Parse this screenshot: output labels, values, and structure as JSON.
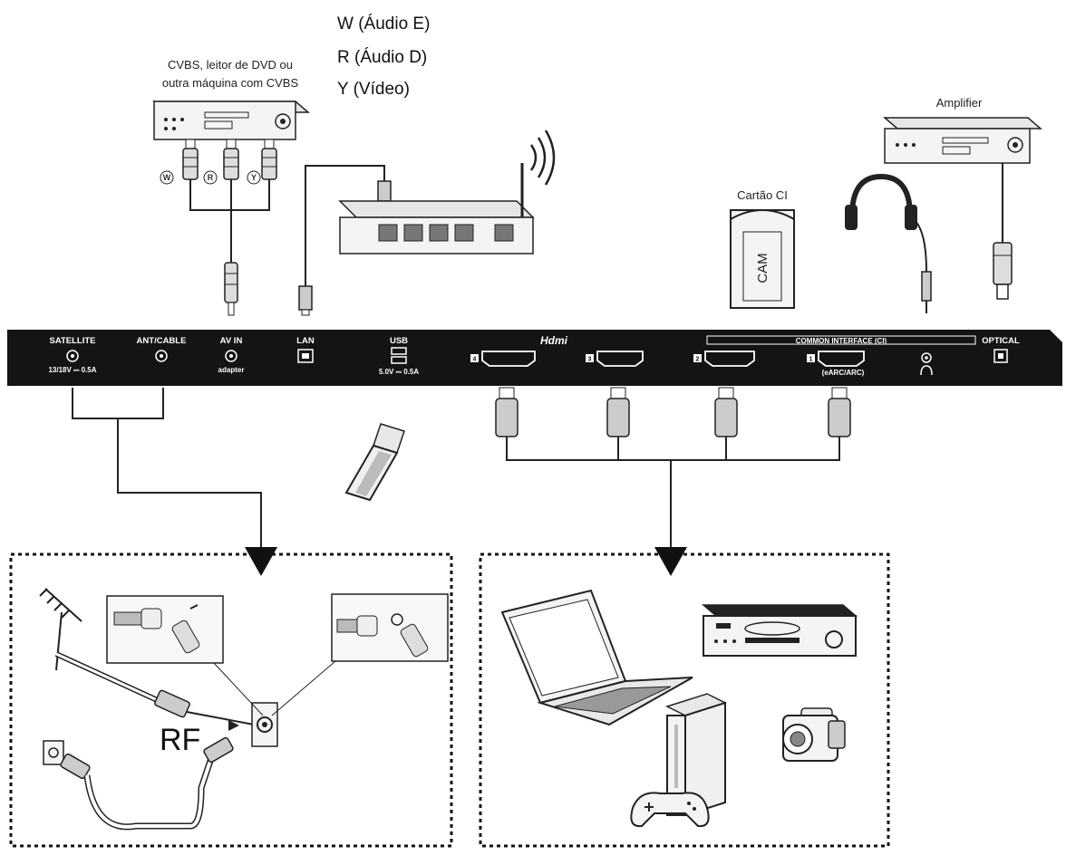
{
  "devices": {
    "cvbs_source": {
      "line1": "CVBS, leitor de DVD ou",
      "line2": "outra máquina com CVBS"
    },
    "amplifier": "Amplifier",
    "ci_card": "Cartão CI",
    "cam": "CAM"
  },
  "rca_legend": [
    "W (Áudio E)",
    "R (Áudio D)",
    "Y (Vídeo)"
  ],
  "rca_plugs": [
    "W",
    "R",
    "Y"
  ],
  "panel": {
    "satellite": "SATELLITE",
    "satellite_spec": "13/18V ⎓ 0.5A",
    "ant_cable": "ANT/CABLE",
    "av_in": "AV IN",
    "av_adapter": "adapter",
    "lan": "LAN",
    "usb": "USB",
    "usb_spec": "5.0V ⎓ 0.5A",
    "hdmi_logo": "Hdmi",
    "hdmi_ports": [
      "4",
      "3",
      "2",
      "1"
    ],
    "common_interface": "COMMON INTERFACE (CI)",
    "earc": "(eARC/ARC)",
    "optical": "OPTICAL"
  },
  "rf_label": "RF",
  "colors": {
    "panel": "#141414",
    "line": "#111111",
    "device_fill": "#f2f2f2"
  }
}
